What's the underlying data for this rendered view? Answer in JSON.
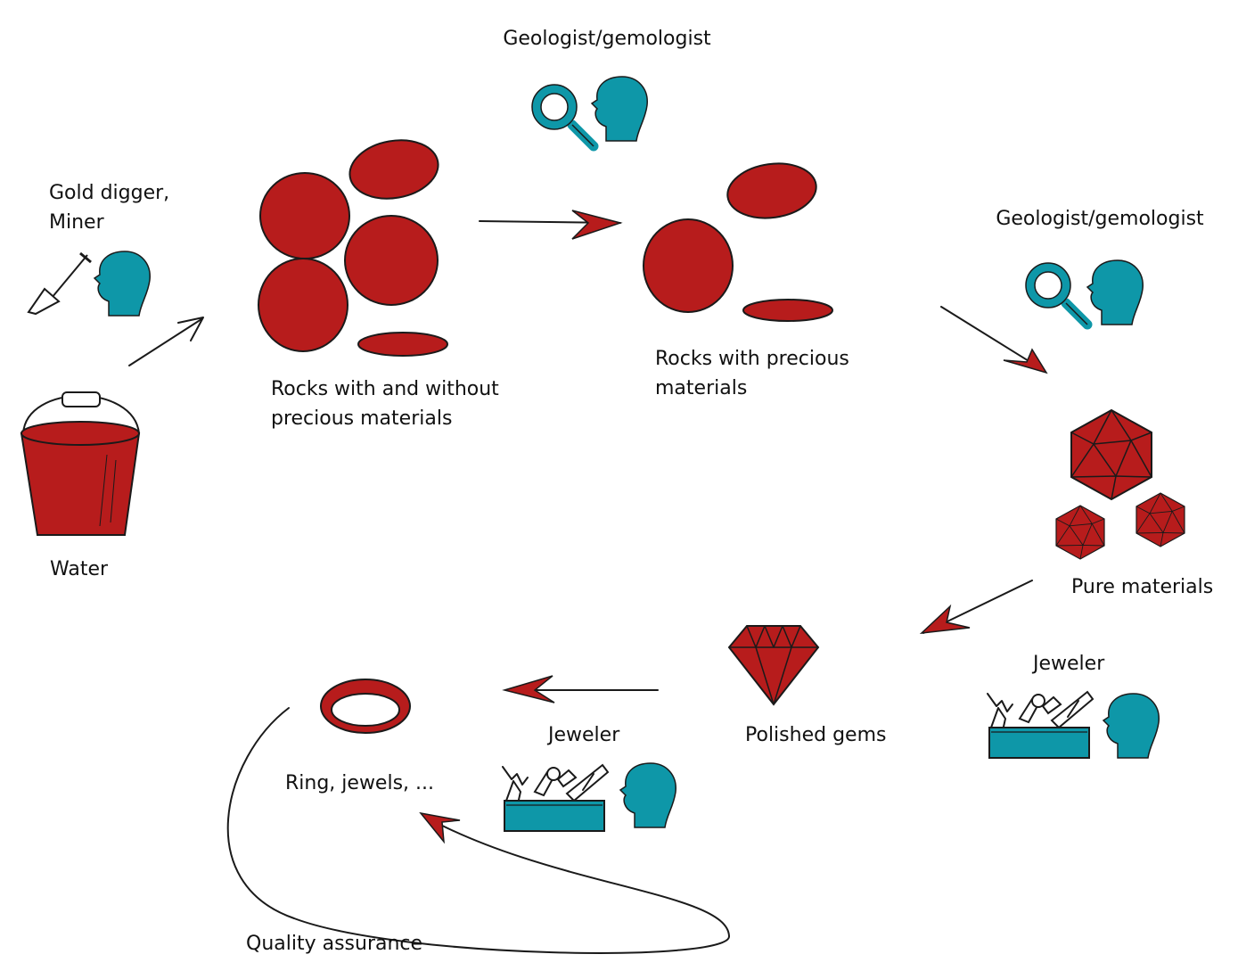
{
  "colors": {
    "rock": "#b71c1c",
    "person": "#0e97a8",
    "ink": "#1a1a1a",
    "background": "#ffffff"
  },
  "labels": {
    "miner": [
      "Gold digger,",
      "Miner"
    ],
    "water": "Water",
    "rocks_all": [
      "Rocks with and without",
      "precious materials"
    ],
    "geologist_top": "Geologist/gemologist",
    "rocks_precious": [
      "Rocks with precious",
      "materials"
    ],
    "geologist_right": "Geologist/gemologist",
    "pure_materials": "Pure materials",
    "jeweler_right": "Jeweler",
    "polished_gems": "Polished gems",
    "jeweler_bottom": "Jeweler",
    "ring": "Ring, jewels, ...",
    "quality": "Quality assurance"
  },
  "icons": [
    "shovel-icon",
    "person-head-icon",
    "bucket-icon",
    "magnifier-icon",
    "toolbox-icon",
    "icosahedron-icon",
    "diamond-icon",
    "ring-icon",
    "rock-icon",
    "arrow-icon"
  ]
}
